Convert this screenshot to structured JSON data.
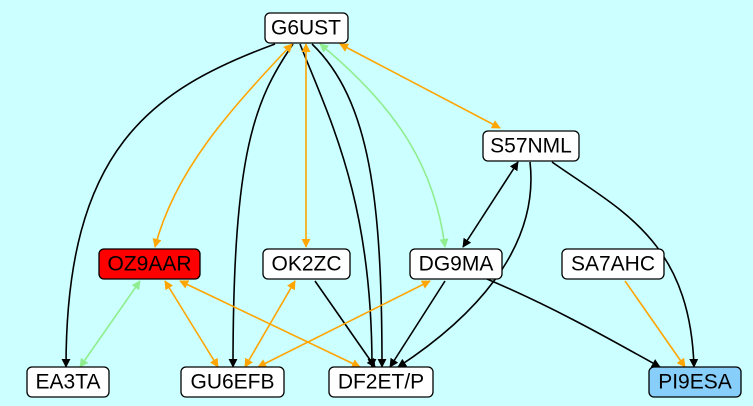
{
  "colors": {
    "background": "#ccffff",
    "node_fill": "#ffffff",
    "black": "#000000",
    "orange": "#ffa500",
    "green": "#90ee90",
    "red": "#ff0000",
    "blue": "#87cefa"
  },
  "nodes": [
    {
      "id": "G6UST",
      "label": "G6UST"
    },
    {
      "id": "S57NML",
      "label": "S57NML"
    },
    {
      "id": "OZ9AAR",
      "label": "OZ9AAR",
      "fill": "#ff0000"
    },
    {
      "id": "OK2ZC",
      "label": "OK2ZC"
    },
    {
      "id": "DG9MA",
      "label": "DG9MA"
    },
    {
      "id": "SA7AHC",
      "label": "SA7AHC"
    },
    {
      "id": "EA3TA",
      "label": "EA3TA"
    },
    {
      "id": "GU6EFB",
      "label": "GU6EFB"
    },
    {
      "id": "DF2ET_P",
      "label": "DF2ET/P"
    },
    {
      "id": "PI9ESA",
      "label": "PI9ESA",
      "fill": "#87cefa"
    }
  ],
  "edges": [
    {
      "from": "G6UST",
      "to": "EA3TA",
      "color": "black",
      "dir": "forward"
    },
    {
      "from": "G6UST",
      "to": "GU6EFB",
      "color": "black",
      "dir": "forward"
    },
    {
      "from": "G6UST",
      "to": "DF2ET_P",
      "color": "black",
      "dir": "forward"
    },
    {
      "from": "G6UST",
      "to": "DF2ET_P",
      "color": "black",
      "dir": "forward"
    },
    {
      "from": "G6UST",
      "to": "OZ9AAR",
      "color": "orange",
      "dir": "both"
    },
    {
      "from": "G6UST",
      "to": "OK2ZC",
      "color": "orange",
      "dir": "both"
    },
    {
      "from": "G6UST",
      "to": "DG9MA",
      "color": "green",
      "dir": "both"
    },
    {
      "from": "G6UST",
      "to": "S57NML",
      "color": "orange",
      "dir": "both"
    },
    {
      "from": "S57NML",
      "to": "DG9MA",
      "color": "black",
      "dir": "both"
    },
    {
      "from": "S57NML",
      "to": "DF2ET_P",
      "color": "black",
      "dir": "forward"
    },
    {
      "from": "S57NML",
      "to": "PI9ESA",
      "color": "black",
      "dir": "forward"
    },
    {
      "from": "OZ9AAR",
      "to": "EA3TA",
      "color": "green",
      "dir": "both"
    },
    {
      "from": "OZ9AAR",
      "to": "GU6EFB",
      "color": "orange",
      "dir": "both"
    },
    {
      "from": "OZ9AAR",
      "to": "DF2ET_P",
      "color": "orange",
      "dir": "both"
    },
    {
      "from": "OK2ZC",
      "to": "GU6EFB",
      "color": "orange",
      "dir": "both"
    },
    {
      "from": "OK2ZC",
      "to": "DF2ET_P",
      "color": "black",
      "dir": "forward"
    },
    {
      "from": "DG9MA",
      "to": "GU6EFB",
      "color": "orange",
      "dir": "both"
    },
    {
      "from": "DG9MA",
      "to": "DF2ET_P",
      "color": "black",
      "dir": "forward"
    },
    {
      "from": "DG9MA",
      "to": "PI9ESA",
      "color": "black",
      "dir": "forward"
    },
    {
      "from": "SA7AHC",
      "to": "PI9ESA",
      "color": "orange",
      "dir": "forward"
    }
  ]
}
